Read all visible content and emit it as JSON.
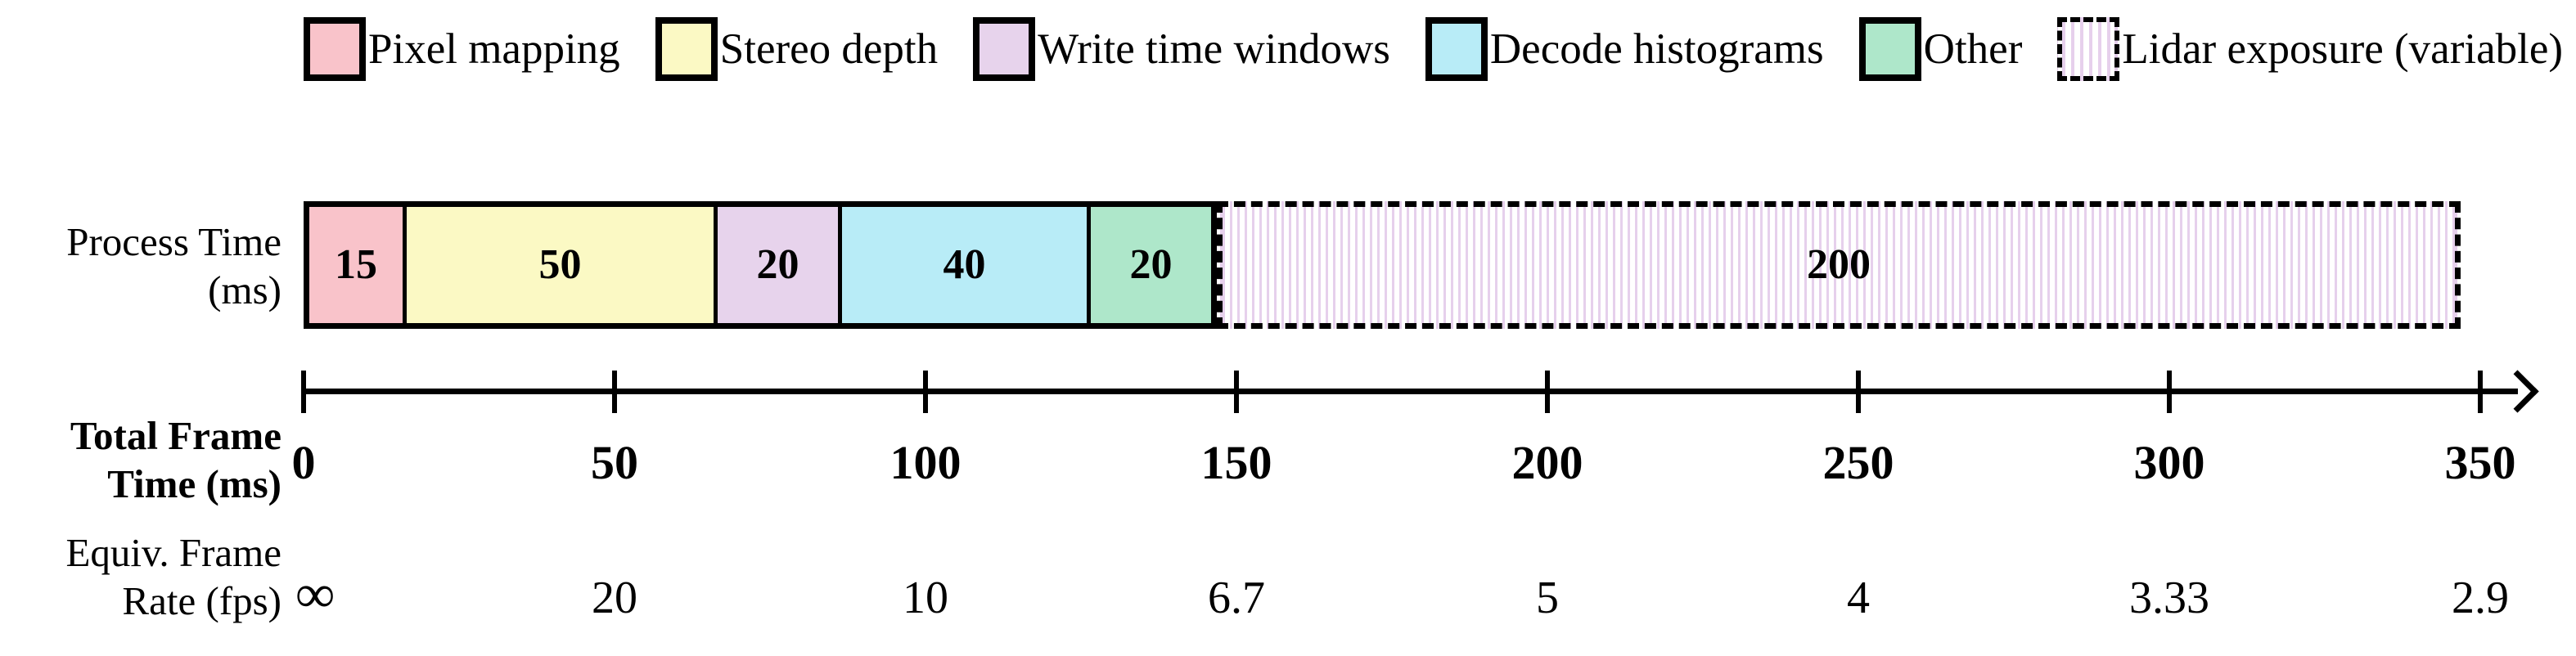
{
  "figure": {
    "row_labels": {
      "process_time": [
        "Process Time",
        "(ms)"
      ],
      "total_frame_time": [
        "Total Frame",
        "Time (ms)"
      ],
      "equiv_frame_rate": [
        "Equiv. Frame",
        "Rate (fps)"
      ]
    }
  },
  "legend": {
    "items": [
      {
        "label": "Pixel mapping",
        "color": "#f9c3ca",
        "style": "solid"
      },
      {
        "label": "Stereo depth",
        "color": "#fbf9c4",
        "style": "solid"
      },
      {
        "label": "Write time windows",
        "color": "#e7d3ec",
        "style": "solid"
      },
      {
        "label": "Decode histograms",
        "color": "#b8ecf7",
        "style": "solid"
      },
      {
        "label": "Other",
        "color": "#aee7ca",
        "style": "solid"
      },
      {
        "label": "Lidar exposure (variable)",
        "color": "#e6d0ec",
        "style": "striped"
      }
    ]
  },
  "chart_data": {
    "type": "bar",
    "subtype": "horizontal-stacked-timeline",
    "bar_row_label": "Process Time (ms)",
    "segments": [
      {
        "name": "Pixel mapping",
        "value_ms": 15,
        "label": "15",
        "color": "#f9c3ca",
        "style": "solid"
      },
      {
        "name": "Stereo depth",
        "value_ms": 50,
        "label": "50",
        "color": "#fbf9c4",
        "style": "solid"
      },
      {
        "name": "Write time windows",
        "value_ms": 20,
        "label": "20",
        "color": "#e7d3ec",
        "style": "solid"
      },
      {
        "name": "Decode histograms",
        "value_ms": 40,
        "label": "40",
        "color": "#b8ecf7",
        "style": "solid"
      },
      {
        "name": "Other",
        "value_ms": 20,
        "label": "20",
        "color": "#aee7ca",
        "style": "solid"
      },
      {
        "name": "Lidar exposure (variable)",
        "value_ms": 200,
        "label": "200",
        "color": "#e6d0ec",
        "style": "striped"
      }
    ],
    "x_axis": {
      "label": "Total Frame Time (ms)",
      "ticks_ms": [
        0,
        50,
        100,
        150,
        200,
        250,
        300,
        350
      ],
      "range_ms": [
        0,
        350
      ],
      "arrow_at_end": true
    },
    "frame_rate_row": {
      "label": "Equiv. Frame Rate (fps)",
      "values": [
        "∞",
        "20",
        "10",
        "6.7",
        "5",
        "4",
        "3.33",
        "2.9"
      ]
    }
  },
  "colors": {
    "stripe": "#e6d0ec",
    "border": "#000000",
    "background": "#ffffff"
  }
}
